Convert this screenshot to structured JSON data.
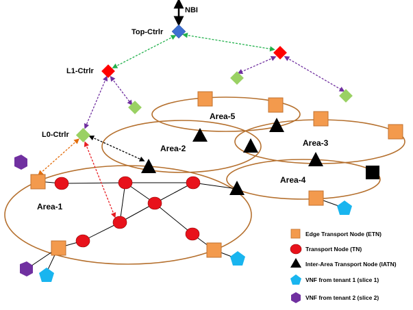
{
  "controllers": {
    "nbi": "NBI",
    "top": "Top-Ctrlr",
    "l1": "L1-Ctrlr",
    "l0": "L0-Ctrlr"
  },
  "areas": {
    "area1": "Area-1",
    "area2": "Area-2",
    "area3": "Area-3",
    "area4": "Area-4",
    "area5": "Area-5"
  },
  "legend": {
    "etn": "Edge Transport Node (ETN)",
    "tn": "Transport Node (TN)",
    "iatn": "Inter-Area Transport Node (IATN)",
    "vnf1": "VNF from tenant 1 (slice 1)",
    "vnf2": "VNF from tenant 2 (slice 2)"
  },
  "colors": {
    "etn": "#f39a4d",
    "etn_stroke": "#c0722f",
    "tn": "#e8121b",
    "iatn": "#000000",
    "vnf1": "#19b5ef",
    "vnf2": "#7030a0",
    "top_ctrlr": "#3d6fd1",
    "l1_ctrlr": "#ff0000",
    "l0_ctrlr": "#9ad163",
    "area_ring": "#b5702e",
    "link_green": "#22b14c",
    "link_purple": "#7030a0",
    "link_orange": "#e36c0a",
    "link_red": "#e81e24"
  }
}
